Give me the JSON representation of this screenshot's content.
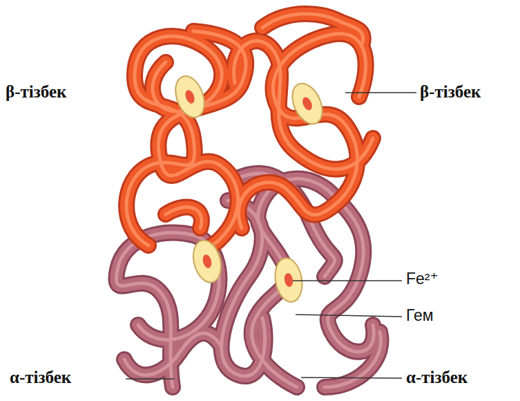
{
  "diagram": {
    "labels": [
      "β-тізбек",
      "β-тізбек",
      "Fe²⁺",
      "Гем",
      "α-тізбек",
      "α-тізбек"
    ]
  }
}
